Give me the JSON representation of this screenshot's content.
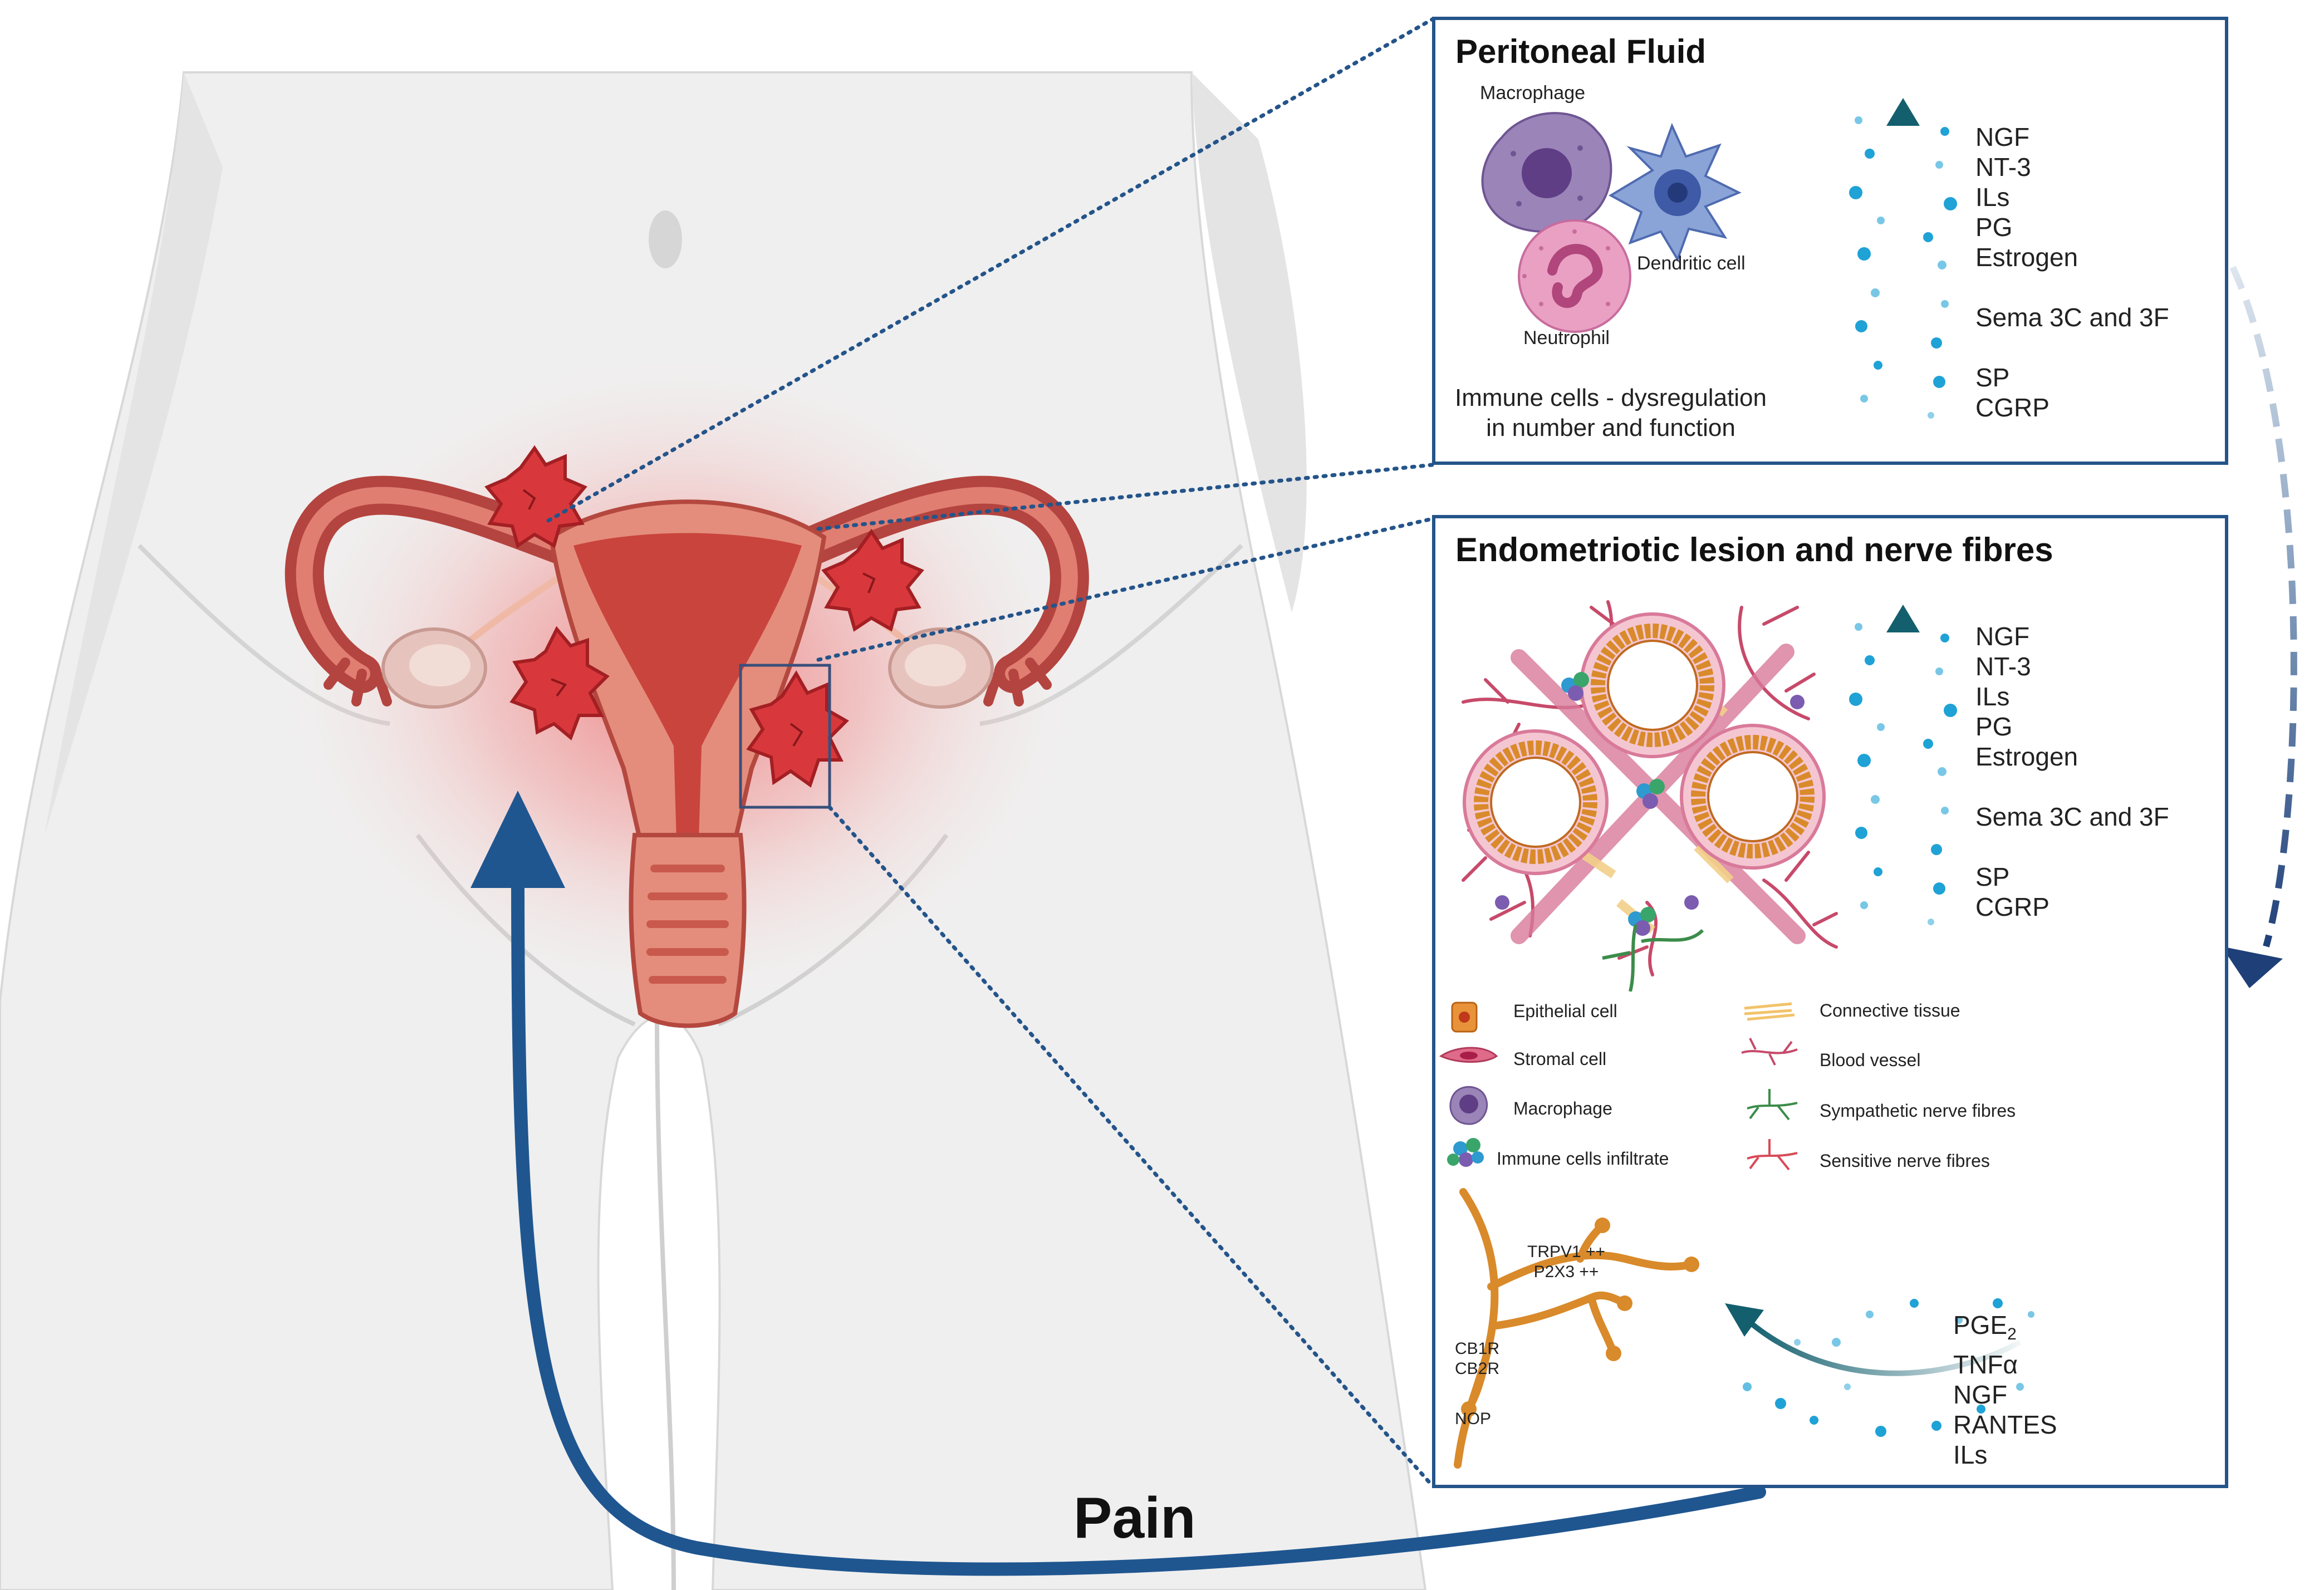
{
  "colors": {
    "panel_border": "#24548a",
    "arrow_blue": "#1f5690",
    "teal_arrow": "#135f6e",
    "dot_blue": "#1fa2d6",
    "uterus": "#c8524c",
    "lesion": "#d8383c",
    "inflammation_glow": "#ef4444",
    "body_gray": "#ececec",
    "nerve_orange": "#d98a2a"
  },
  "peritoneal_panel": {
    "title": "Peritoneal Fluid",
    "macrophage_label": "Macrophage",
    "dendritic_label": "Dendritic cell",
    "neutrophil_label": "Neutrophil",
    "caption_line1": "Immune cells - dysregulation",
    "caption_line2": "in number and function",
    "mediators": [
      "NGF",
      "NT-3",
      "ILs",
      "PG",
      "Estrogen",
      "Sema 3C and 3F",
      "SP",
      "CGRP"
    ]
  },
  "lesion_panel": {
    "title": "Endometriotic lesion and nerve fibres",
    "mediators": [
      "NGF",
      "NT-3",
      "ILs",
      "PG",
      "Estrogen",
      "Sema 3C and 3F",
      "SP",
      "CGRP"
    ],
    "legend": {
      "epithelial": "Epithelial cell",
      "stromal": "Stromal cell",
      "macrophage": "Macrophage",
      "immune_infiltrate": "Immune cells infiltrate",
      "connective": "Connective tissue",
      "blood_vessel": "Blood vessel",
      "sympathetic": "Sympathetic nerve fibres",
      "sensitive": "Sensitive nerve fibres"
    },
    "receptors": {
      "trpv1": "TRPV1 ++",
      "p2x3": "P2X3 ++",
      "cb1r": "CB1R",
      "cb2r": "CB2R",
      "nop": "NOP"
    },
    "sensitizers": {
      "pge_base": "PGE",
      "pge_sub": "2",
      "list": [
        "TNFα",
        "NGF",
        "RANTES",
        "ILs"
      ]
    }
  },
  "pain_label": "Pain"
}
